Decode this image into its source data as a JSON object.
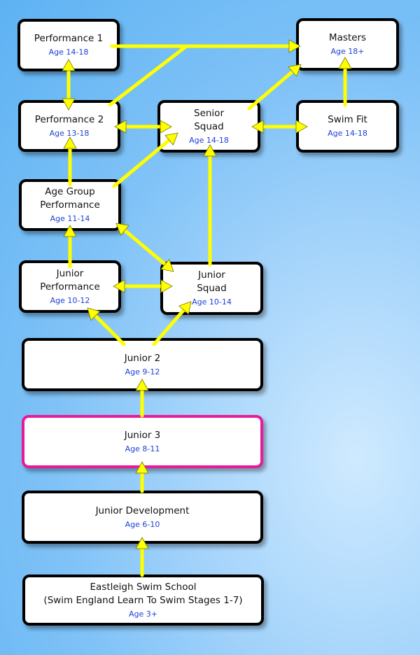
{
  "groups": [
    {
      "id": "performance_1",
      "name": "Performance 1",
      "age": "Age 14-18"
    },
    {
      "id": "masters",
      "name": "Masters",
      "age": "Age 18+"
    },
    {
      "id": "performance_2",
      "name": "Performance 2",
      "age": "Age 13-18"
    },
    {
      "id": "senior_squad",
      "name": "Senior\nSquad",
      "age": "Age 14-18"
    },
    {
      "id": "swim_fit",
      "name": "Swim Fit",
      "age": "Age 14-18"
    },
    {
      "id": "age_group_performance",
      "name": "Age Group\nPerformance",
      "age": "Age 11-14"
    },
    {
      "id": "junior_performance",
      "name": "Junior\nPerformance",
      "age": "Age 10-12"
    },
    {
      "id": "junior_squad",
      "name": "Junior\nSquad",
      "age": "Age 10-14"
    },
    {
      "id": "junior_2",
      "name": "Junior 2",
      "age": "Age 9-12"
    },
    {
      "id": "junior_3",
      "name": "Junior 3",
      "age": "Age 8-11"
    },
    {
      "id": "junior_development",
      "name": "Junior Development",
      "age": "Age 6-10"
    },
    {
      "id": "eastleigh_swim_school",
      "name": "Eastleigh Swim School\n(Swim England Learn To Swim Stages 1-7)",
      "age": "Age 3+"
    }
  ],
  "colors": {
    "arrow": "#ffff00",
    "arrow_outline": "#7a7a00",
    "highlight": "#e81a9c",
    "age_text": "#1d3fd6"
  }
}
